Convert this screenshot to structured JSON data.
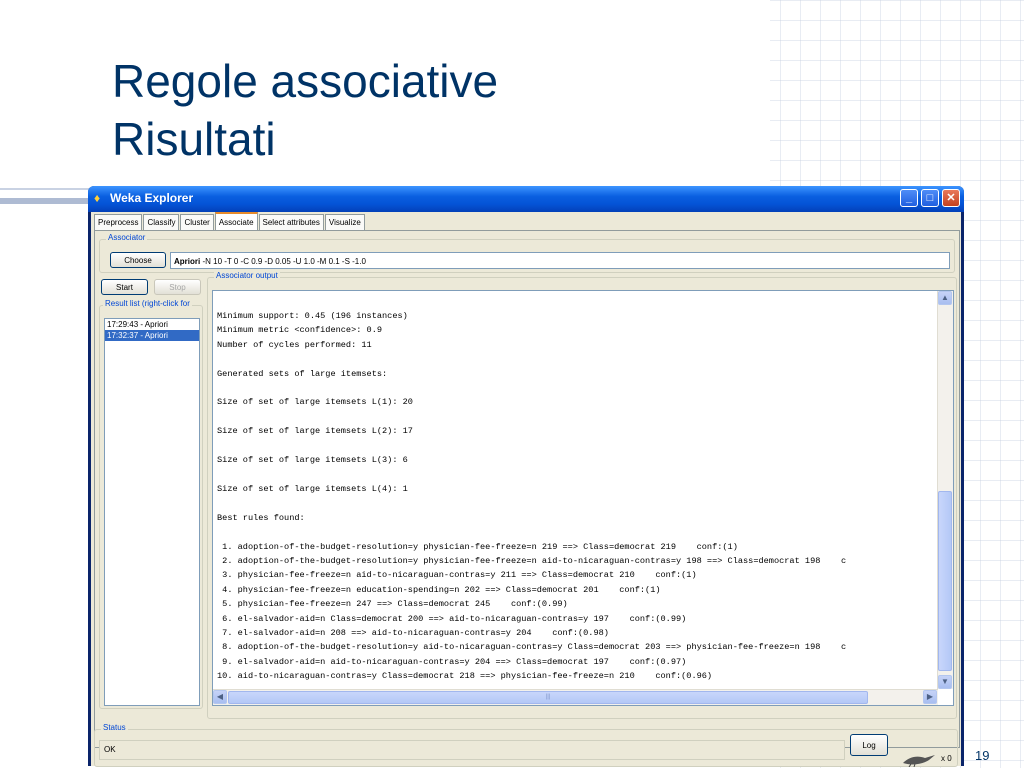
{
  "slide": {
    "title_line1": "Regole associative",
    "title_line2": "Risultati",
    "page_number": "19"
  },
  "window": {
    "title": "Weka Explorer",
    "icon": "weka-bird-icon",
    "controls": {
      "minimize": "minimize-icon",
      "maximize": "maximize-icon",
      "close": "close-icon"
    }
  },
  "tabs": [
    {
      "label": "Preprocess"
    },
    {
      "label": "Classify"
    },
    {
      "label": "Cluster"
    },
    {
      "label": "Associate",
      "active": true
    },
    {
      "label": "Select attributes"
    },
    {
      "label": "Visualize"
    }
  ],
  "associator": {
    "group_label": "Associator",
    "choose_label": "Choose",
    "algorithm": "Apriori",
    "options": " -N 10 -T 0 -C 0.9 -D 0.05 -U 1.0 -M 0.1 -S -1.0"
  },
  "controls": {
    "start_label": "Start",
    "stop_label": "Stop"
  },
  "result_list": {
    "label": "Result list (right-click for",
    "items": [
      {
        "label": "17:29:43 - Apriori",
        "selected": false
      },
      {
        "label": "17:32:37 - Apriori",
        "selected": true
      }
    ]
  },
  "output": {
    "label": "Associator output",
    "lines": [
      "Minimum support: 0.45 (196 instances)",
      "Minimum metric <confidence>: 0.9",
      "Number of cycles performed: 11",
      "",
      "Generated sets of large itemsets:",
      "",
      "Size of set of large itemsets L(1): 20",
      "",
      "Size of set of large itemsets L(2): 17",
      "",
      "Size of set of large itemsets L(3): 6",
      "",
      "Size of set of large itemsets L(4): 1",
      "",
      "Best rules found:",
      "",
      " 1. adoption-of-the-budget-resolution=y physician-fee-freeze=n 219 ==> Class=democrat 219    conf:(1)",
      " 2. adoption-of-the-budget-resolution=y physician-fee-freeze=n aid-to-nicaraguan-contras=y 198 ==> Class=democrat 198    c",
      " 3. physician-fee-freeze=n aid-to-nicaraguan-contras=y 211 ==> Class=democrat 210    conf:(1)",
      " 4. physician-fee-freeze=n education-spending=n 202 ==> Class=democrat 201    conf:(1)",
      " 5. physician-fee-freeze=n 247 ==> Class=democrat 245    conf:(0.99)",
      " 6. el-salvador-aid=n Class=democrat 200 ==> aid-to-nicaraguan-contras=y 197    conf:(0.99)",
      " 7. el-salvador-aid=n 208 ==> aid-to-nicaraguan-contras=y 204    conf:(0.98)",
      " 8. adoption-of-the-budget-resolution=y aid-to-nicaraguan-contras=y Class=democrat 203 ==> physician-fee-freeze=n 198    c",
      " 9. el-salvador-aid=n aid-to-nicaraguan-contras=y 204 ==> Class=democrat 197    conf:(0.97)",
      "10. aid-to-nicaraguan-contras=y Class=democrat 218 ==> physician-fee-freeze=n 210    conf:(0.96)"
    ]
  },
  "status": {
    "label": "Status",
    "text": "OK",
    "log_label": "Log",
    "task_count": "x 0"
  },
  "colors": {
    "title": "#003366",
    "titlebar": "#0453d6",
    "selection": "#316ac5",
    "panel": "#ece9d8"
  }
}
